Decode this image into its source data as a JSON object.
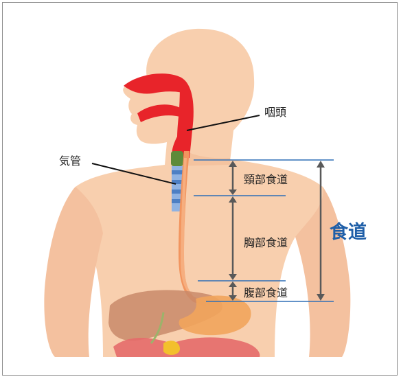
{
  "diagram": {
    "labels": {
      "pharynx": "咽頭",
      "trachea": "気管",
      "cervical_esophagus": "頸部食道",
      "thoracic_esophagus": "胸部食道",
      "abdominal_esophagus": "腹部食道",
      "esophagus": "食道"
    },
    "colors": {
      "skin": "#f8cfae",
      "skin_shadow": "#f0b993",
      "airway": "#e8242a",
      "esophagus": "#f2955f",
      "trachea_blue": "#5f8fcf",
      "trachea_green": "#5e8a3a",
      "divider_line": "#2e6fb5",
      "arrow": "#595959",
      "esophagus_label": "#1f5fa8",
      "liver": "#c98a6a",
      "stomach": "#f1a45c",
      "intestine": "#e46a6a"
    }
  }
}
